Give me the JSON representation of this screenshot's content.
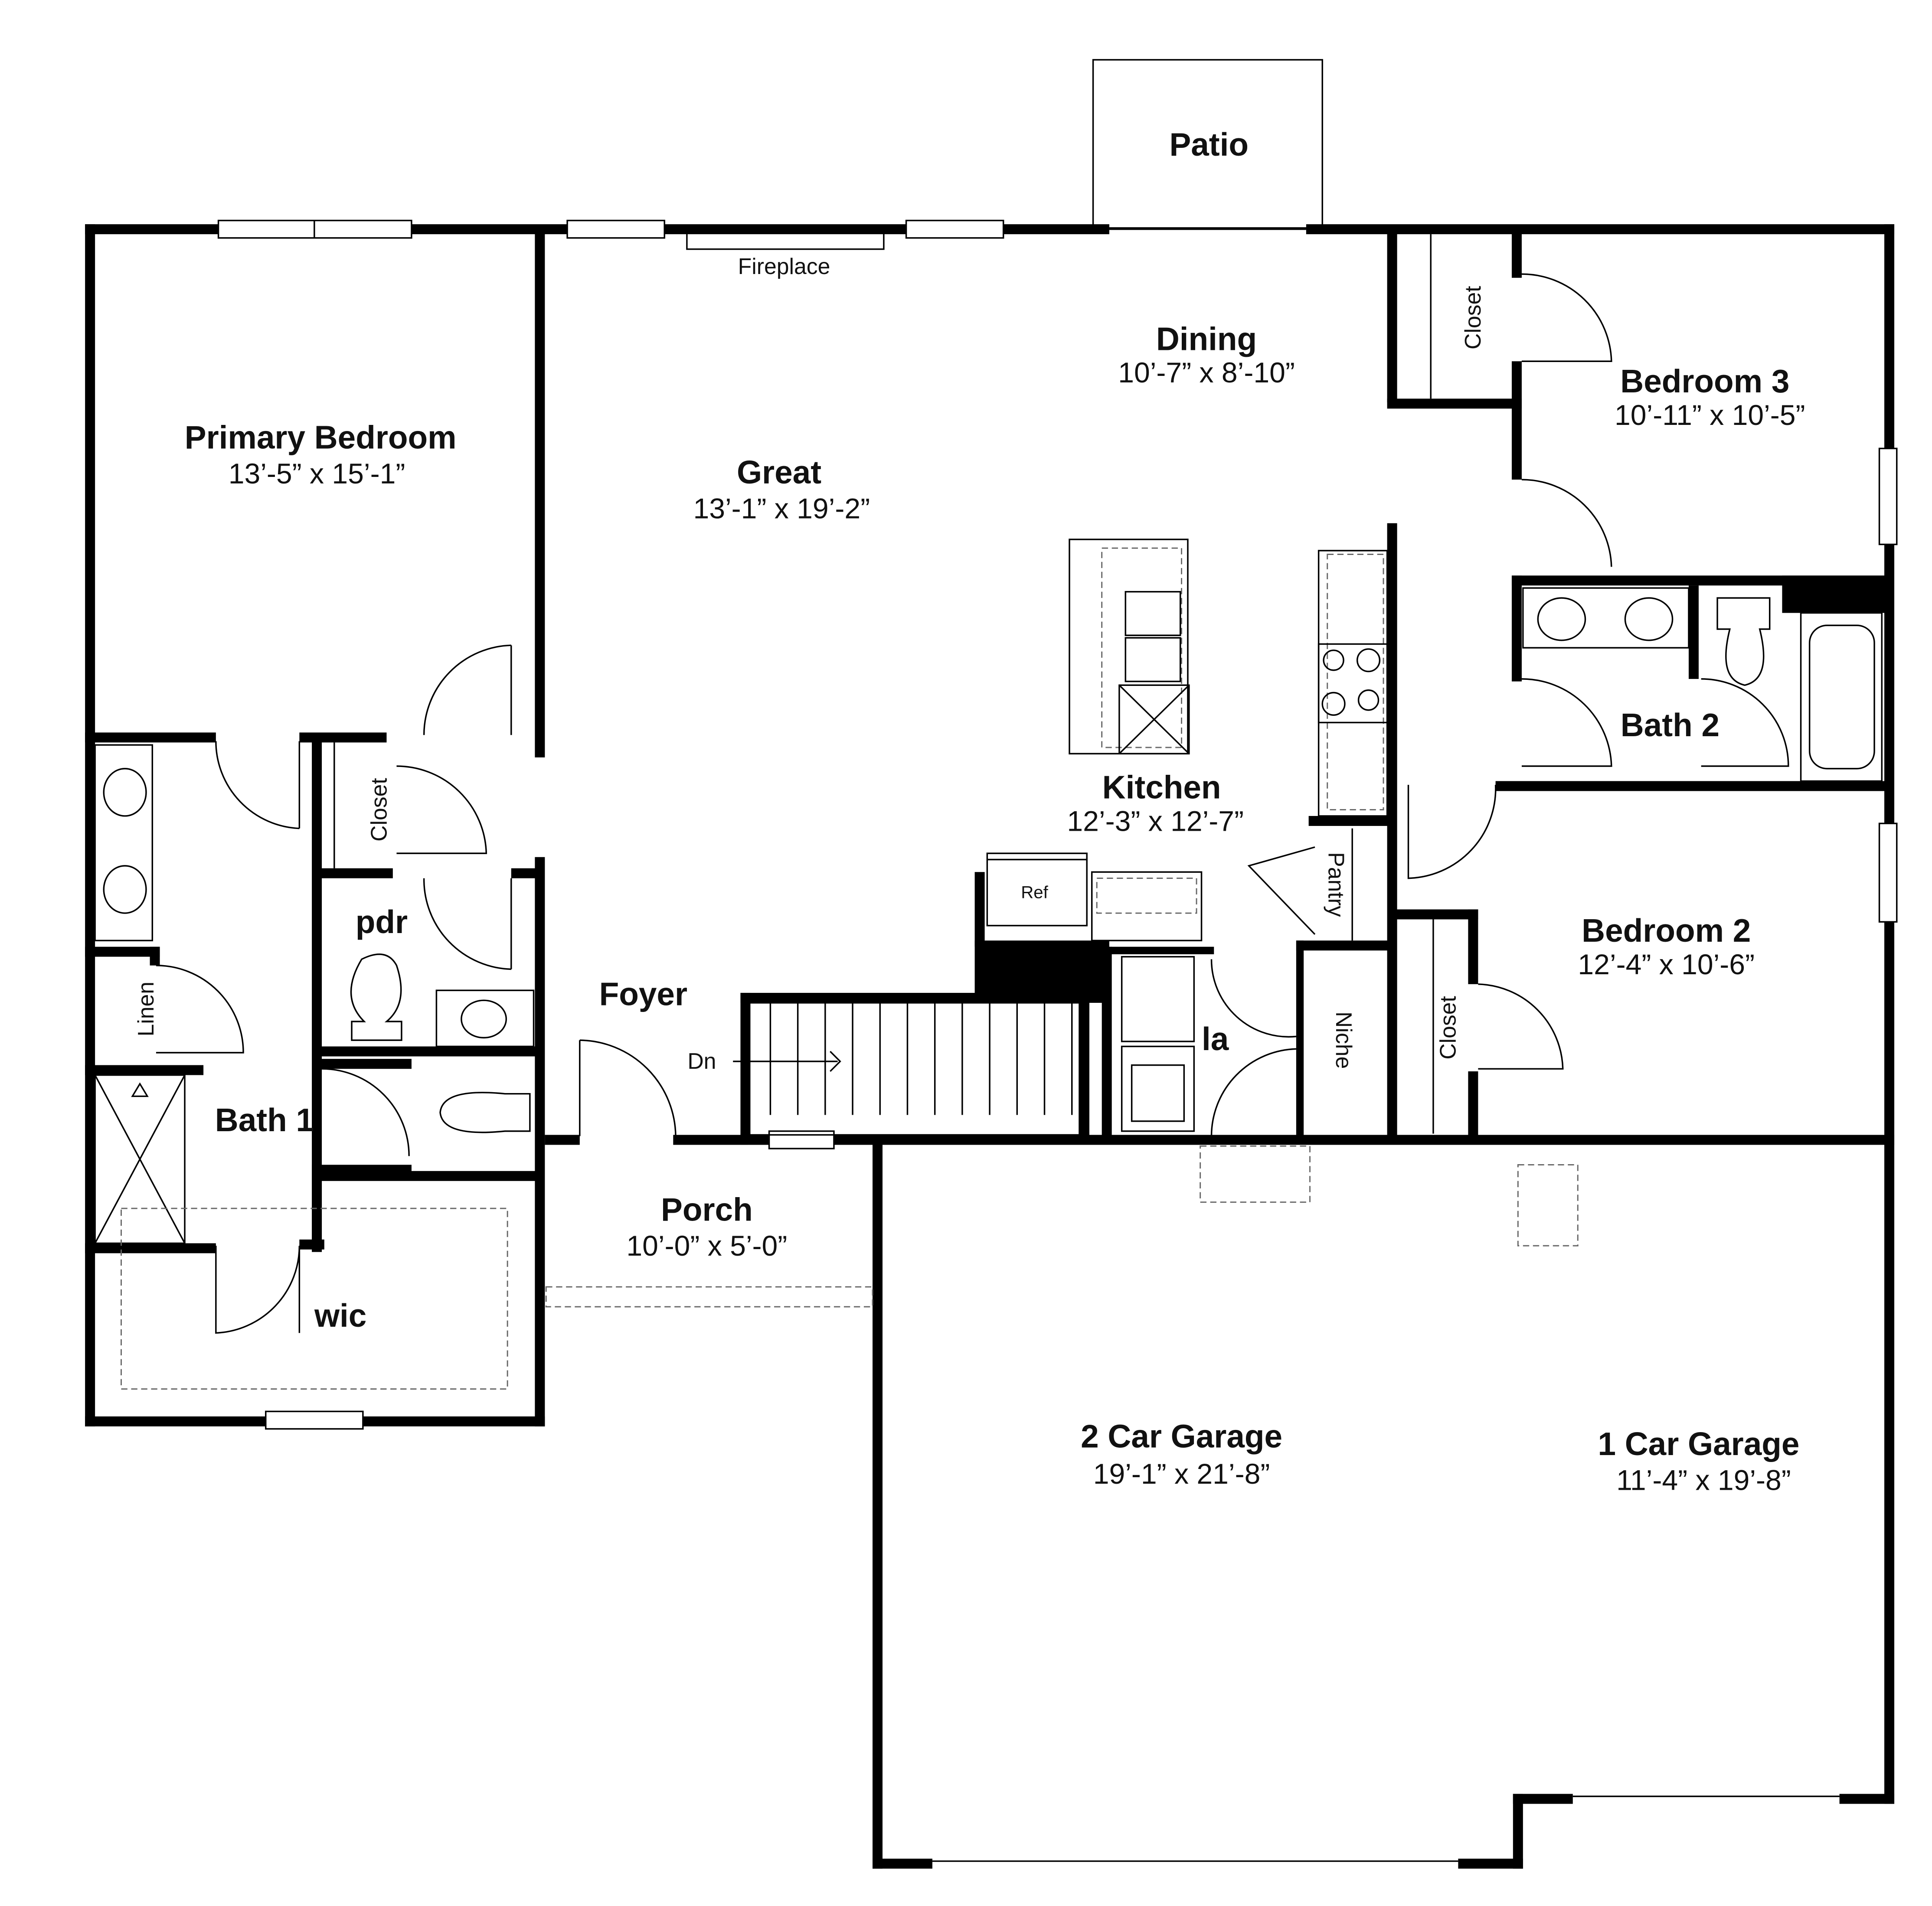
{
  "plan": {
    "rooms": [
      {
        "id": "patio",
        "name": "Patio",
        "dims": ""
      },
      {
        "id": "dining",
        "name": "Dining",
        "dims": "10’-7” x 8’-10”"
      },
      {
        "id": "bedroom-3",
        "name": "Bedroom 3",
        "dims": "10’-11” x 10’-5”"
      },
      {
        "id": "primary-bedroom",
        "name": "Primary Bedroom",
        "dims": "13’-5” x 15’-1”"
      },
      {
        "id": "great",
        "name": "Great",
        "dims": "13’-1” x 19’-2”"
      },
      {
        "id": "kitchen",
        "name": "Kitchen",
        "dims": "12’-3” x 12’-7”"
      },
      {
        "id": "bath-2",
        "name": "Bath 2",
        "dims": ""
      },
      {
        "id": "bedroom-2",
        "name": "Bedroom 2",
        "dims": "12’-4” x 10’-6”"
      },
      {
        "id": "pdr",
        "name": "pdr",
        "dims": ""
      },
      {
        "id": "foyer",
        "name": "Foyer",
        "dims": ""
      },
      {
        "id": "bath-1",
        "name": "Bath 1",
        "dims": ""
      },
      {
        "id": "la",
        "name": "la",
        "dims": ""
      },
      {
        "id": "porch",
        "name": "Porch",
        "dims": "10’-0” x 5’-0”"
      },
      {
        "id": "wic",
        "name": "wic",
        "dims": ""
      },
      {
        "id": "2-car-garage",
        "name": "2 Car Garage",
        "dims": "19’-1” x 21’-8”"
      },
      {
        "id": "1-car-garage",
        "name": "1 Car Garage",
        "dims": "11’-4” x 19’-8”"
      }
    ],
    "small_labels": {
      "fireplace": "Fireplace",
      "closet_bed3": "Closet",
      "closet_hall": "Closet",
      "closet_bed2": "Closet",
      "linen": "Linen",
      "pantry": "Pantry",
      "niche": "Niche",
      "ref": "Ref",
      "stairs_dn": "Dn"
    },
    "colors": {
      "wall": "#000000",
      "background": "#ffffff"
    }
  }
}
